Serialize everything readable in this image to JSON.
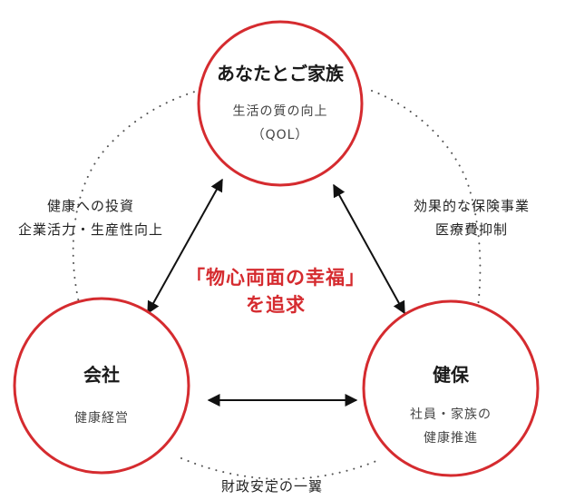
{
  "colors": {
    "accent": "#d52b2f",
    "text": "#1a1a1a",
    "arrow": "#111111"
  },
  "nodes": {
    "family": {
      "title": "あなたとご家族",
      "lines": [
        "生活の質の向上",
        "（QOL）"
      ]
    },
    "company": {
      "title": "会社",
      "lines": [
        "健康経営"
      ]
    },
    "insurance": {
      "title": "健保",
      "lines": [
        "社員・家族の",
        "健康推進"
      ]
    }
  },
  "center": {
    "lines": [
      "「物心両面の幸福」",
      "を追求"
    ]
  },
  "edges": {
    "family_company": [
      "健康への投資",
      "企業活力・生産性向上"
    ],
    "family_insurance": [
      "効果的な保険事業",
      "医療費抑制"
    ],
    "company_insurance": [
      "財政安定の一翼"
    ]
  }
}
